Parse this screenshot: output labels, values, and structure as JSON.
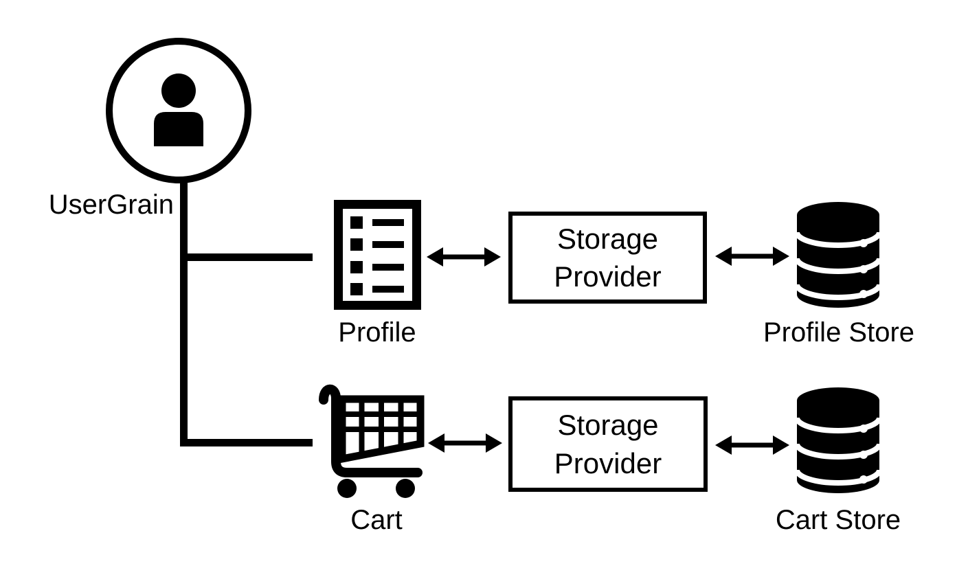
{
  "colors": {
    "ink": "#000000",
    "background": "#ffffff"
  },
  "usergrain": {
    "label": "UserGrain",
    "icon": "user-in-circle-icon"
  },
  "rows": [
    {
      "grain_label": "Profile",
      "grain_icon": "list-document-icon",
      "provider_line1": "Storage",
      "provider_line2": "Provider",
      "store_label": "Profile Store",
      "store_icon": "database-icon"
    },
    {
      "grain_label": "Cart",
      "grain_icon": "shopping-cart-icon",
      "provider_line1": "Storage",
      "provider_line2": "Provider",
      "store_label": "Cart Store",
      "store_icon": "database-icon"
    }
  ],
  "connections": [
    {
      "from": "UserGrain",
      "to": "Profile",
      "style": "plain-line"
    },
    {
      "from": "UserGrain",
      "to": "Cart",
      "style": "plain-line"
    },
    {
      "from": "Profile",
      "to": "Storage Provider",
      "style": "double-arrow"
    },
    {
      "from": "Storage Provider",
      "to": "Profile Store",
      "style": "double-arrow"
    },
    {
      "from": "Cart",
      "to": "Storage Provider",
      "style": "double-arrow"
    },
    {
      "from": "Storage Provider",
      "to": "Cart Store",
      "style": "double-arrow"
    }
  ]
}
